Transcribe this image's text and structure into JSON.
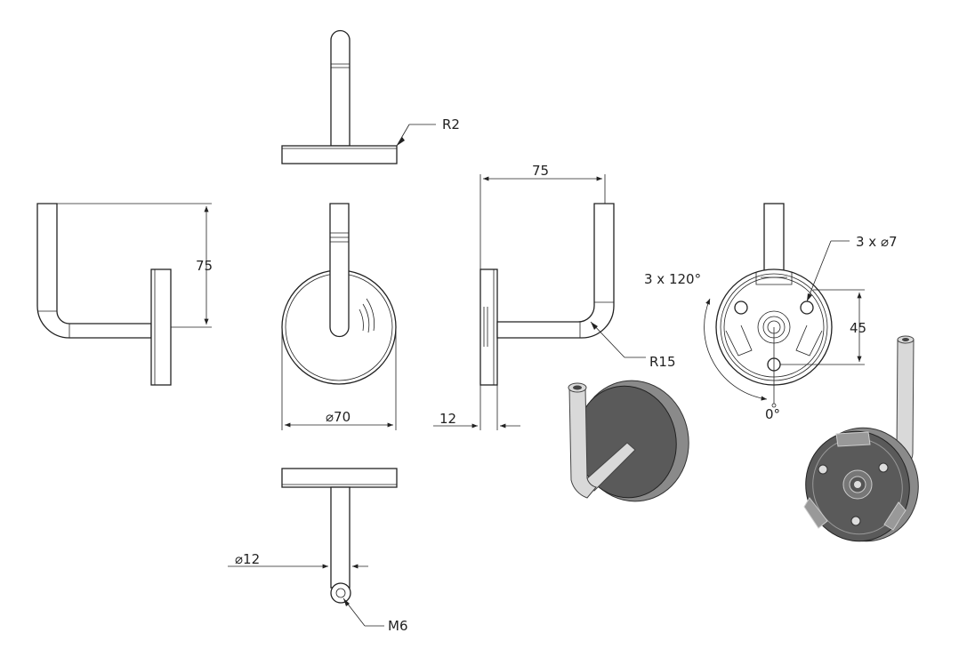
{
  "dimensions": {
    "top_radius": "R2",
    "side_height": "75",
    "front_diameter": "⌀70",
    "right_width": "75",
    "plate_thickness": "12",
    "bend_radius": "R15",
    "holes": "3 x ⌀7",
    "hole_angle": "3 x 120°",
    "hole_spacing": "45",
    "zero_angle": "0°",
    "rod_diameter": "⌀12",
    "thread": "M6"
  }
}
